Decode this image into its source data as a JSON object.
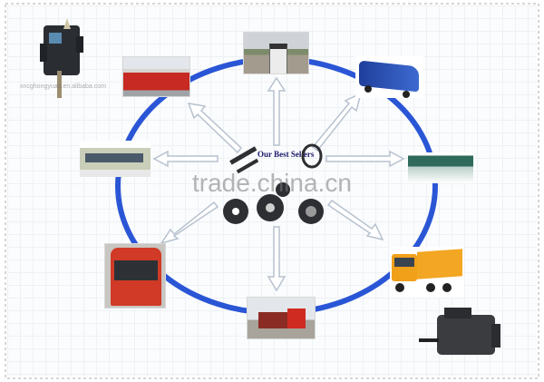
{
  "diagram": {
    "center_caption": "Our Best Sellers",
    "watermark": "trade.china.cn",
    "supplier_watermark": "xncghongyuan.en.alibaba.com",
    "ring_color": "#2a56d6",
    "arrow_color": "#c9d3de",
    "nodes": [
      {
        "id": "top",
        "label": "coach-front"
      },
      {
        "id": "top-left",
        "label": "red-double-deck-coach"
      },
      {
        "id": "top-right",
        "label": "blue-coach"
      },
      {
        "id": "left",
        "label": "city-bus"
      },
      {
        "id": "right",
        "label": "green-bus"
      },
      {
        "id": "bottom-left",
        "label": "red-volvo-bus"
      },
      {
        "id": "bottom",
        "label": "red-dump-truck"
      },
      {
        "id": "bottom-right",
        "label": "orange-dump-truck"
      }
    ],
    "products": [
      {
        "id": "gearbox-top-left",
        "label": "transmission-gearbox"
      },
      {
        "id": "gearbox-bottom-right",
        "label": "transmission-gearbox"
      }
    ]
  }
}
